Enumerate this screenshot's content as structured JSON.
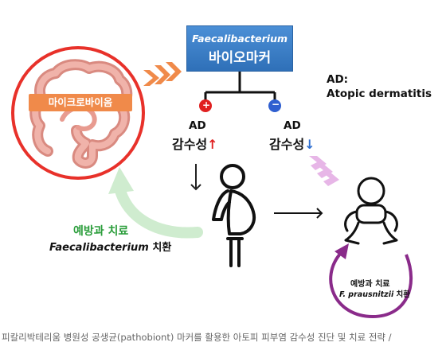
{
  "top_box": {
    "line1": "Faecalibacterium",
    "line2": "바이오마커"
  },
  "microbiome_label": "마이크로바이옴",
  "ad_definition": {
    "line1": "AD:",
    "line2": "Atopic dermatitis"
  },
  "branch_left": {
    "sign": "+",
    "head": "AD",
    "label": "감수성",
    "arrow": "↑"
  },
  "branch_right": {
    "sign": "−",
    "head": "AD",
    "label": "감수성",
    "arrow": "↓"
  },
  "prevention": {
    "title": "예방과 치료",
    "species": "Faecalibacterium",
    "suffix": " 치환"
  },
  "infant_cycle": {
    "title": "예방과 치료",
    "species": "F. prausnitzii",
    "suffix": " 치환"
  },
  "caption": "피칼리박테리움 병원성 공생균(pathobiont) 마커를 활용한 아토피 피부염 감수성 진단 및 치료 전략 /",
  "colors": {
    "box_blue": "#3a7cc6",
    "circle_red": "#e8312a",
    "orange": "#f08a4a",
    "green": "#2a9d3a",
    "purple": "#8a2b8a",
    "light_green": "#cfeccf",
    "pink": "#e7b6e7"
  }
}
